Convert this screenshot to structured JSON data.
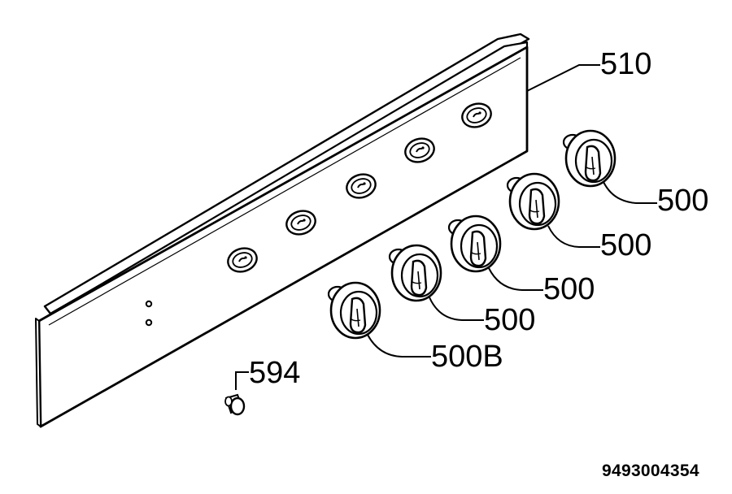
{
  "parts": {
    "panel": {
      "label": "510"
    },
    "knobs": [
      {
        "label": "500"
      },
      {
        "label": "500"
      },
      {
        "label": "500"
      },
      {
        "label": "500"
      },
      {
        "label": "500B"
      }
    ],
    "screw": {
      "label": "594"
    }
  },
  "drawing_number": "9493004354"
}
